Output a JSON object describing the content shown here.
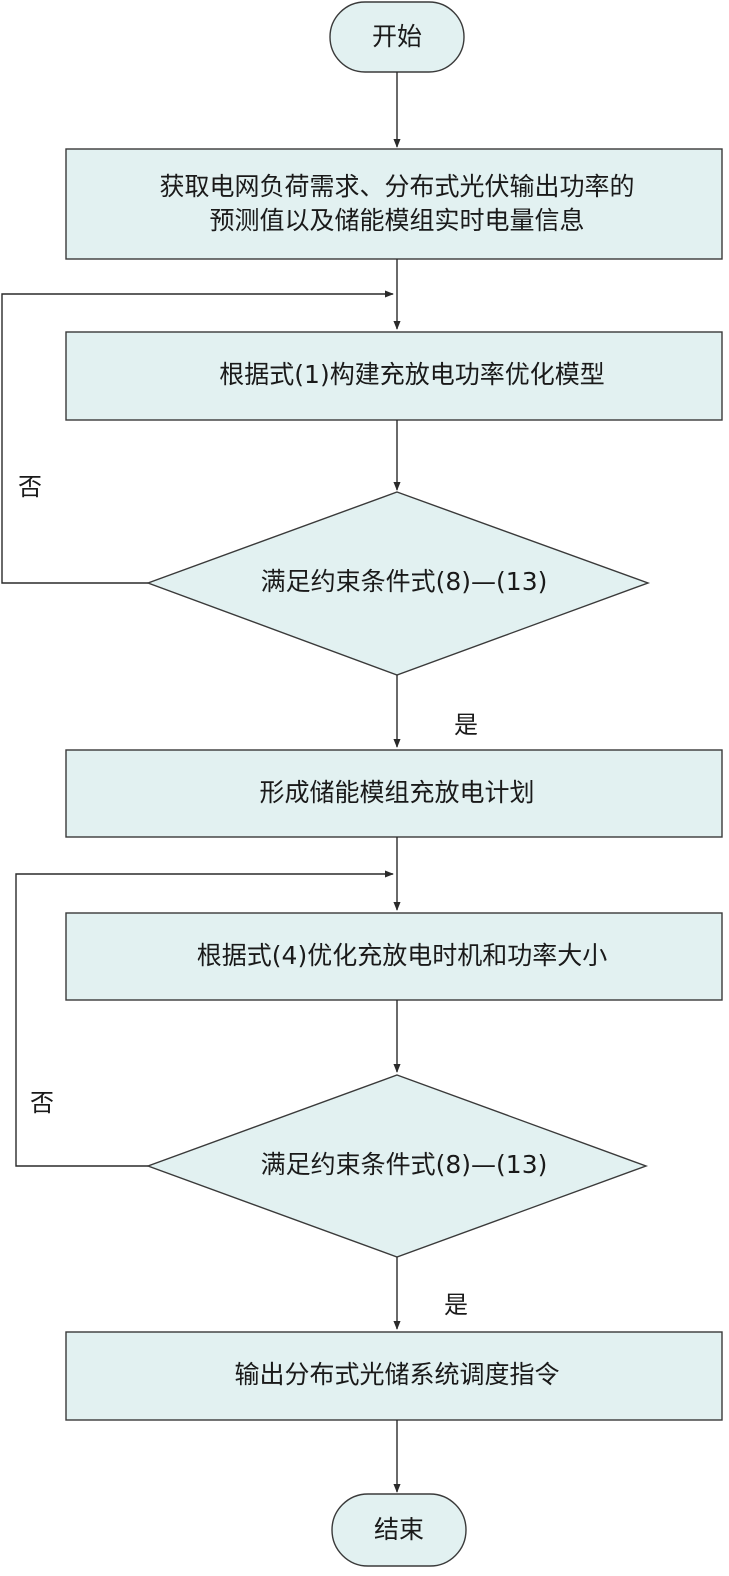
{
  "flowchart": {
    "start": "开始",
    "step1_line1": "获取电网负荷需求、分布式光伏输出功率的",
    "step1_line2": "预测值以及储能模组实时电量信息",
    "step2": "根据式(1)构建充放电功率优化模型",
    "decision1": "满足约束条件式(8)—(13)",
    "no1": "否",
    "yes1": "是",
    "step3": "形成储能模组充放电计划",
    "step4": "根据式(4)优化充放电时机和功率大小",
    "decision2": "满足约束条件式(8)—(13)",
    "no2": "否",
    "yes2": "是",
    "step5": "输出分布式光储系统调度指令",
    "end": "结束"
  }
}
